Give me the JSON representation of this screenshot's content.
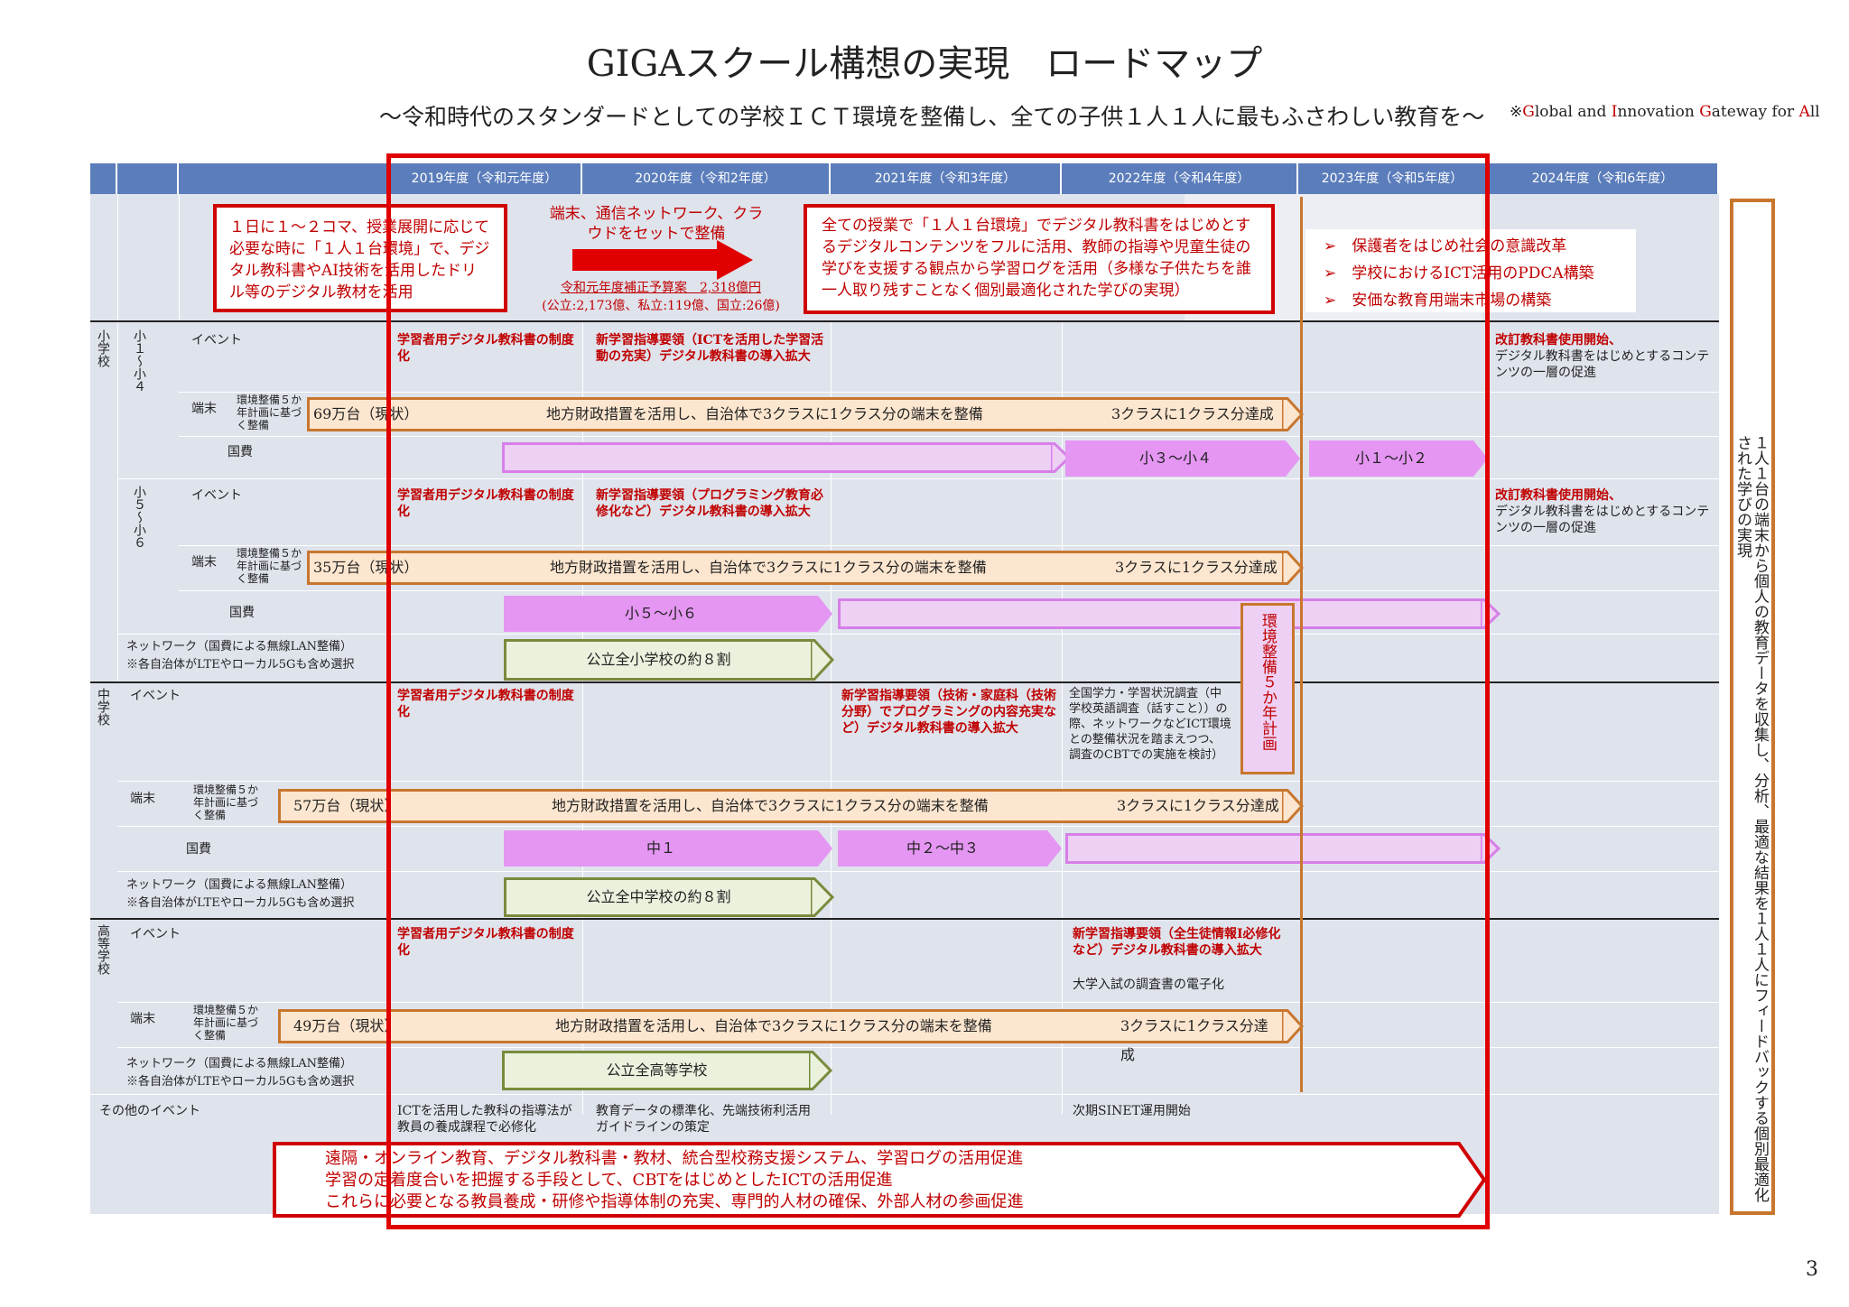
{
  "title": "GIGAスクール構想の実現　ロードマップ",
  "subtitle": "～令和時代のスタンダードとしての学校ＩＣＴ環境を整備し、全ての子供１人１人に最もふさわしい教育を～",
  "note": {
    "prefix": "※",
    "g": "G",
    "lobal": "lobal and ",
    "i": "I",
    "nnovation": "nnovation ",
    "g2": "G",
    "ateway": "ateway for ",
    "a": "A",
    "ll": "ll"
  },
  "years": [
    "2019年度（令和元年度）",
    "2020年度（令和2年度）",
    "2021年度（令和3年度）",
    "2022年度（令和4年度）",
    "2023年度（令和5年度）",
    "2024年度（令和6年度）"
  ],
  "top": {
    "box1": "１日に１～２コマ、授業展開に応じて必要な時に「１人１台環境」で、デジタル教科書やAI技術を活用したドリル等のデジタル教材を活用",
    "arrow_text": "端末、通信ネットワーク、クラウドをセットで整備",
    "budget1": "令和元年度補正予算案　2,318億円",
    "budget2": "(公立:2,173億、私立:119億、国立:26億)",
    "box2": "全ての授業で「１人１台環境」でデジタル教科書をはじめとするデジタルコンテンツをフルに活用、教師の指導や児童生徒の学びを支援する観点から学習ログを活用（多様な子供たちを誰一人取り残すことなく個別最適化された学びの実現）",
    "bullets": [
      "保護者をはじめ社会の意識改革",
      "学校におけるICT活用のPDCA構築",
      "安価な教育用端末市場の構築"
    ]
  },
  "labels": {
    "shogakko": "小学校",
    "sho14": "小１〜小４",
    "sho56": "小５〜小６",
    "chugakko": "中学校",
    "koto": "高等学校",
    "event": "イベント",
    "tanmatsu": "端末",
    "kankyo": "環境整備５か年計画に基づく整備",
    "kokuhi": "国費",
    "network1": "ネットワーク（国費による無線LAN整備）",
    "network2": "※各自治体がLTEやローカル5Gも含め選択",
    "other": "その他のイベント"
  },
  "events": {
    "digital_text": "学習者用デジタル教科書の制度化",
    "sho14_2020": "新学習指導要領（ICTを活用した学習活動の充実）デジタル教科書の導入拡大",
    "sho56_2020": "新学習指導要領（プログラミング教育必修化など）デジタル教科書の導入拡大",
    "kaitei_title": "改訂教科書使用開始、",
    "kaitei_body": "デジタル教科書をはじめとするコンテンツの一層の促進",
    "chu_2021": "新学習指導要領（技術・家庭科（技術分野）でプログラミングの内容充実など）デジタル教科書の導入拡大",
    "chu_2022": "全国学力・学習状況調査（中学校英語調査（話すこと））の際、ネットワークなどICT環境との整備状況を踏まえつつ、調査のCBTでの実施を検討）",
    "koto_2022_red": "新学習指導要領（全生徒情報Ⅰ必修化など）デジタル教科書の導入拡大",
    "koto_2022_black": "大学入試の調査書の電子化"
  },
  "terminals": {
    "sho14": "69万台（現状）",
    "sho56": "35万台（現状）",
    "chu": "57万台（現状）",
    "koto": "49万台（現状）",
    "middle": "地方財政措置を活用し、自治体で3クラスに1クラス分の端末を整備",
    "end": "3クラスに1クラス分達成"
  },
  "kokuhi": {
    "sho34": "小３〜小４",
    "sho12": "小１〜小２",
    "sho56": "小５〜小６",
    "chu1": "中１",
    "chu23": "中２〜中３"
  },
  "network": {
    "sho": "公立全小学校の約８割",
    "chu": "公立全中学校の約８割",
    "koto": "公立全高等学校"
  },
  "plan5": "環境整備５か年計画",
  "other": {
    "e2019": "ICTを活用した教科の指導法が教員の養成課程で必修化",
    "e2020": "教育データの標準化、先端技術利活用ガイドラインの策定",
    "e2022": "次期SINET運用開始",
    "bottom": [
      "遠隔・オンライン教育、デジタル教科書・教材、統合型校務支援システム、学習ログの活用促進",
      "学習の定着度合いを把握する手段として、CBTをはじめとしたICTの活用促進",
      "これらに必要となる教員養成・研修や指導体制の充実、専門的人材の確保、外部人材の参画促進"
    ]
  },
  "side": "１人１台の端末から個人の教育データを収集し、分析、最適な結果を１人１人にフィードバックする個別最適化された学びの実現",
  "page_number": "3"
}
